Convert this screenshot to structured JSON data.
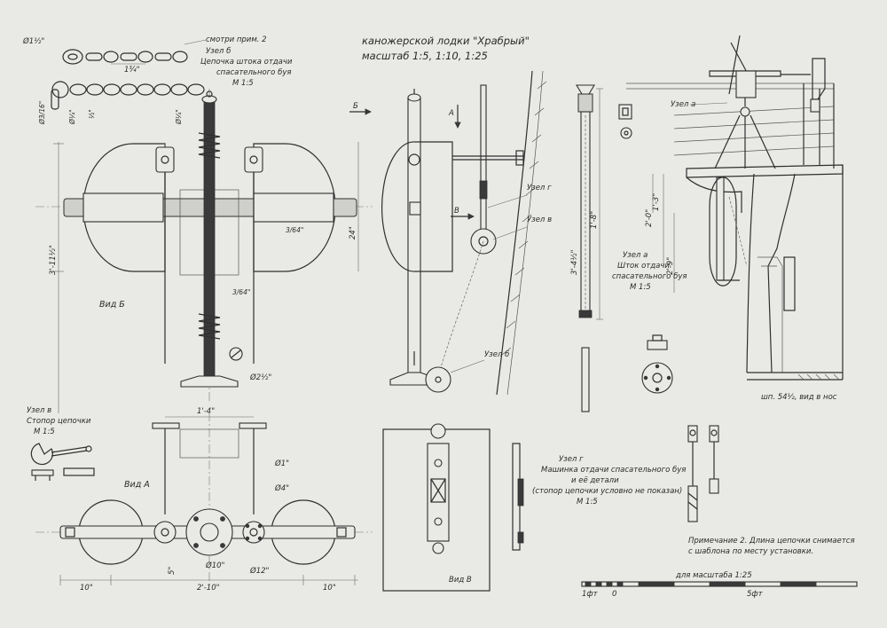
{
  "title": {
    "line1": "каножерской лодки \"Храбрый\"",
    "line2": "масштаб 1:5, 1:10, 1:25"
  },
  "chain_top": {
    "dia": "Ø1½\"",
    "ref": "смотри прим. 2",
    "pitch": "1¾\""
  },
  "node_b_label": {
    "line1": "Узел б",
    "line2": "Цепочка штока отдачи",
    "line3": "спасательного буя",
    "line4": "М 1:5"
  },
  "small_dims": {
    "d1": "Ø3/16\"",
    "d2": "Ø¼\"",
    "d3": "½\"",
    "d4": "Ø¼\""
  },
  "view_b": {
    "caption": "Вид Б",
    "h_overall": "3'-11½\"",
    "h_right": "24\"",
    "frac1": "3/64\"",
    "frac2": "3/64\"",
    "pin": "Ø2½\""
  },
  "view_a": {
    "caption": "Вид А",
    "top_dim": "1'-4\"",
    "d_rod": "Ø1\"",
    "d_rod2": "Ø4\"",
    "d_left": "5\"",
    "d10": "Ø10\"",
    "d12": "Ø12\"",
    "l_left": "10\"",
    "l_mid": "2'-10\"",
    "l_right": "10\""
  },
  "node_v_label": {
    "line1": "Узел в",
    "line2": "Стопор цепочки",
    "line3": "М 1:5"
  },
  "mid_view": {
    "arrow_b": "Б",
    "arrow_a": "А",
    "arrow_v": "В",
    "node_g": "Узел г",
    "node_v": "Узел в",
    "node_b": "Узел б"
  },
  "rod": {
    "dim1": "1'-8\"",
    "dim2": "3'-4½\""
  },
  "right_view": {
    "node_a": "Узел а",
    "dim1": "1'-3\"",
    "dim2": "2'-0\"",
    "dim3": "2'-9\"",
    "label_l1": "Узел а",
    "label_l2": "Шток отдачи",
    "label_l3": "спасательного буя",
    "label_l4": "М 1:5",
    "station": "шп. 54½, вид в нос"
  },
  "view_v": {
    "caption": "Вид В"
  },
  "node_g_label": {
    "line1": "Узел г",
    "line2": "Машинка отдачи спасательного буя",
    "line3": "и её детали",
    "line4": "(стопор цепочки условно не показан)",
    "line5": "М 1:5"
  },
  "note": {
    "line1": "Примечание 2. Длина цепочки снимается",
    "line2": "с шаблона по месту установки."
  },
  "scale_bar": {
    "title": "для масштаба 1:25",
    "l0": "1фт",
    "l1": "0",
    "l2": "5фт"
  }
}
